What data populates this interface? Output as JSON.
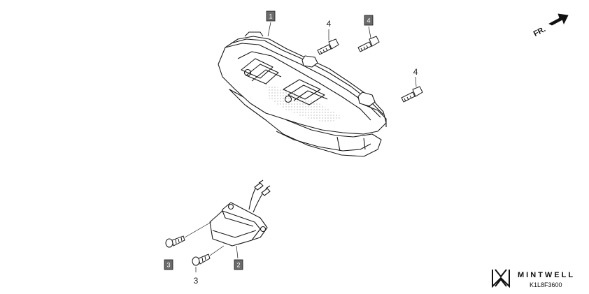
{
  "diagram": {
    "direction_label": "FR.",
    "callouts": {
      "taillight_boxed": "1",
      "license_light_boxed": "2",
      "screw_boxed_left": "3",
      "screw_plain_bottom": "3",
      "bolt_plain_top": "4",
      "bolt_boxed_top": "4",
      "bolt_plain_right": "4"
    }
  },
  "watermark": {
    "brand": "MINTWELL",
    "part_code": "K1L8F3600"
  },
  "colors": {
    "line": "#1a1a1a",
    "callout_box": "#6b6b6b",
    "callout_text": "#ffffff",
    "dots": "#9a9a9a"
  }
}
